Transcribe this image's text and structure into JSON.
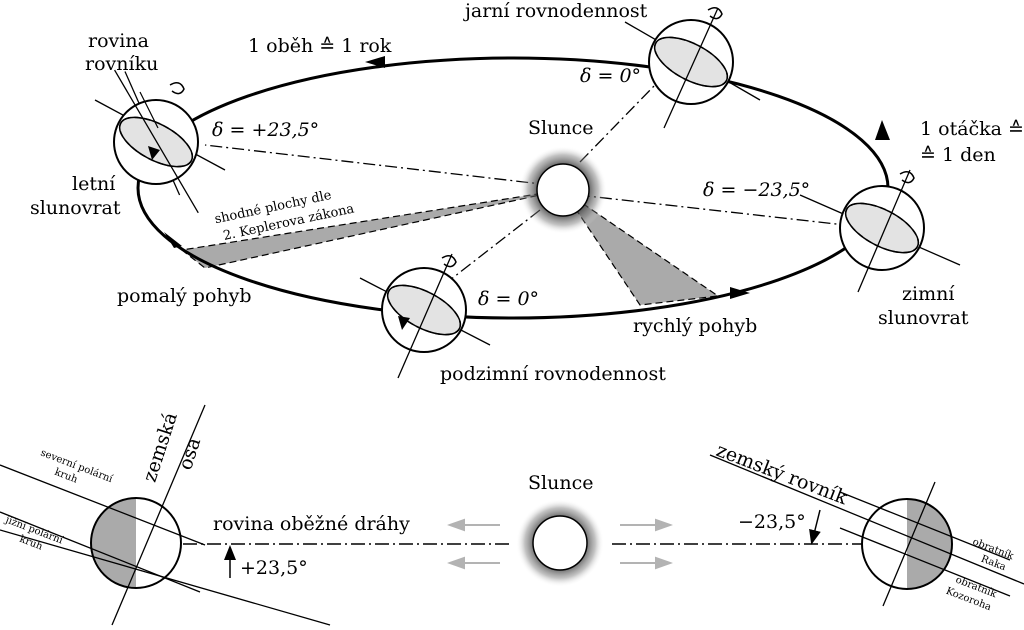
{
  "top": {
    "orbit_period": "1 oběh ≙ 1 rok",
    "vernal_equinox": "jarní rovnodennost",
    "delta_zero_spring": "δ = 0°",
    "equator_plane_1": "rovina",
    "equator_plane_2": "rovníku",
    "delta_summer": "δ = +23,5°",
    "sun": "Slunce",
    "rotation_1": "1 otáčka ≙",
    "rotation_2": "≙ 1 den",
    "summer_1": "letní",
    "summer_2": "slunovrat",
    "kepler_1": "shodné plochy dle",
    "kepler_2": "2. Keplerova zákona",
    "delta_winter": "δ = −23,5°",
    "slow": "pomalý pohyb",
    "delta_zero_autumn": "δ = 0°",
    "fast": "rychlý pohyb",
    "winter_1": "zimní",
    "winter_2": "slunovrat",
    "autumnal_equinox": "podzimní rovnodennost"
  },
  "bottom": {
    "axis_1": "zemská",
    "axis_2": "osa",
    "north_polar_1": "severní polární",
    "north_polar_2": "kruh",
    "south_polar_1": "jižní polární",
    "south_polar_2": "kruh",
    "orbital_plane": "rovina oběžné dráhy",
    "plus_angle": "+23,5°",
    "sun": "Slunce",
    "equator": "zemský rovník",
    "minus_angle": "−23,5°",
    "cancer_1": "obratník",
    "cancer_2": "Raka",
    "capricorn_1": "obratník",
    "capricorn_2": "Kozoroha"
  },
  "colors": {
    "shade": "#aaaaaa",
    "light_shade": "#e3e3e3",
    "arrow_gray": "#b3b3b3"
  }
}
